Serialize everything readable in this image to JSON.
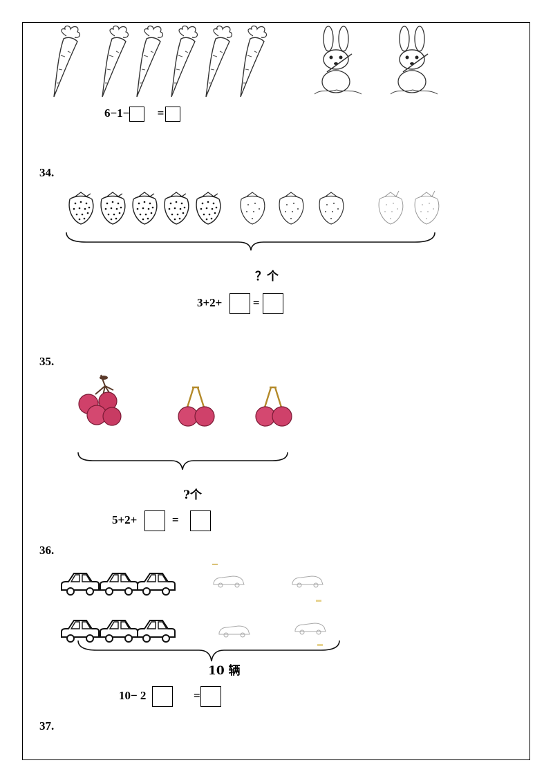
{
  "problem_33": {
    "equation_part1": "6−1−",
    "equation_part2": "=",
    "carrot_count": 6,
    "rabbit_count": 2
  },
  "problem_34": {
    "number": "34.",
    "brace_label": "？个",
    "equation_part1": "3+2+",
    "equation_part2": "=",
    "strawberry_groups": [
      5,
      3,
      2
    ]
  },
  "problem_35": {
    "number": "35.",
    "brace_label": "?个",
    "equation_part1": "5+2+",
    "equation_part2": "=",
    "cherry_clusters": 3
  },
  "problem_36": {
    "number": "36.",
    "brace_label": "10 辆",
    "equation_part1": "10−  2",
    "equation_part2": "=",
    "cars_left_per_row": 3,
    "rows": 2
  },
  "problem_37": {
    "number": "37."
  }
}
